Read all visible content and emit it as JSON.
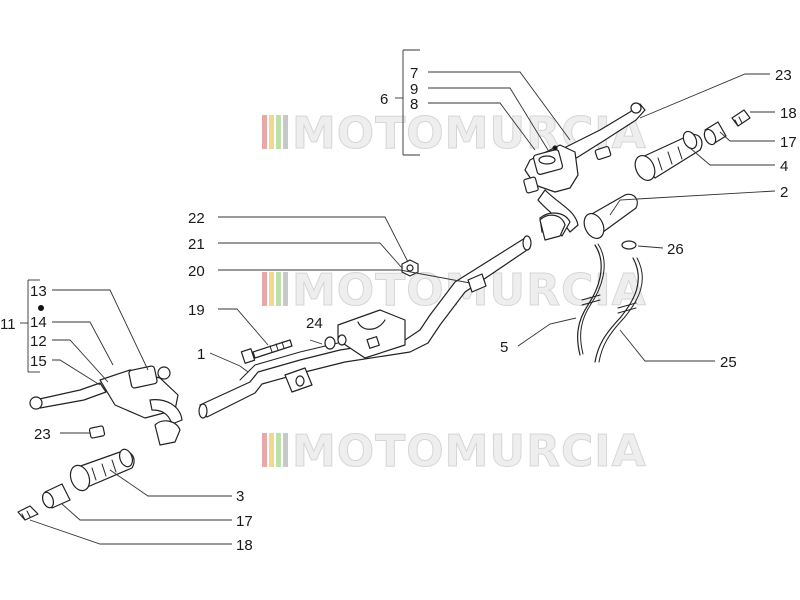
{
  "watermark": {
    "text": "MOTOMURCIA",
    "colors": [
      "#e9a8a8",
      "#f0d890",
      "#bde0a8",
      "#c8c8c8"
    ]
  },
  "callouts": {
    "n1": "1",
    "n2": "2",
    "n3": "3",
    "n4": "4",
    "n5": "5",
    "n6": "6",
    "n7": "7",
    "n8": "8",
    "n9": "9",
    "n11": "11",
    "n12": "12",
    "n13": "13",
    "n14": "14",
    "n15": "15",
    "n17a": "17",
    "n17b": "17",
    "n18a": "18",
    "n18b": "18",
    "n19": "19",
    "n20": "20",
    "n21": "21",
    "n22": "22",
    "n23a": "23",
    "n23b": "23",
    "n24": "24",
    "n25": "25",
    "n26": "26"
  }
}
